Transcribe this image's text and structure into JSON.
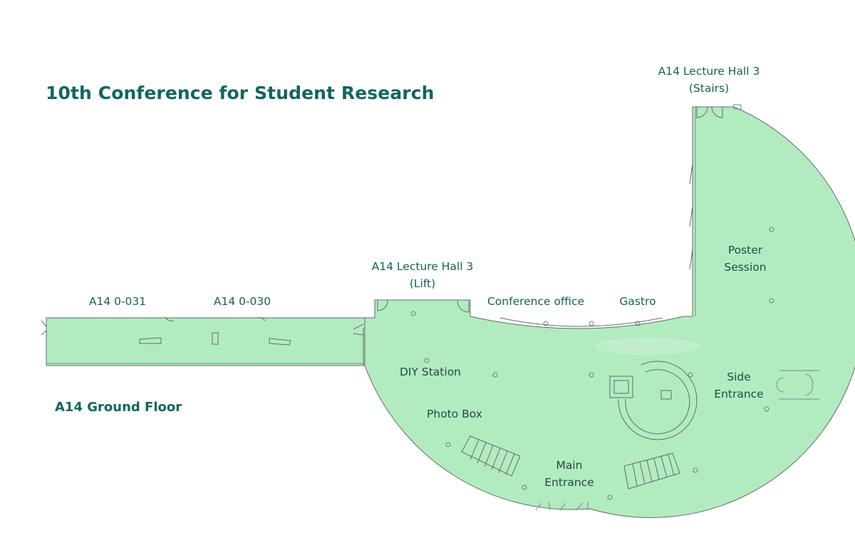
{
  "title": "10th Conference for Student Research",
  "floor_label": "A14 Ground Floor",
  "colors": {
    "floor_fill": "#b3ebc0",
    "text_teal": "#11665f",
    "line": "#5f6e68"
  },
  "rooms": {
    "room_031": "A14 0-031",
    "room_030": "A14 0-030",
    "lecture_hall_lift": "A14 Lecture Hall 3\n(Lift)",
    "lecture_hall_stairs": "A14 Lecture Hall 3\n(Stairs)",
    "conference_office": "Conference office",
    "gastro": "Gastro",
    "poster_session": "Poster\nSession",
    "diy_station": "DIY Station",
    "photo_box": "Photo Box",
    "side_entrance": "Side\nEntrance",
    "main_entrance": "Main\nEntrance"
  }
}
